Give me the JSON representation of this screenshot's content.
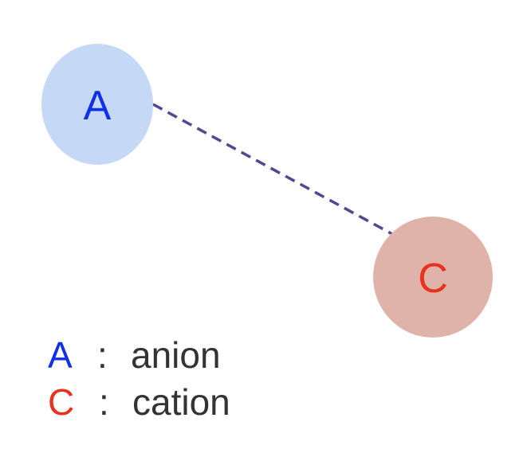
{
  "nodes": {
    "anion": {
      "label": "A",
      "fill": "#c5d8f5",
      "text_color": "#1030e8"
    },
    "cation": {
      "label": "C",
      "fill": "#dfb3a9",
      "text_color": "#e8321e"
    }
  },
  "bond": {
    "style": "dashed",
    "color": "#4d4a93"
  },
  "legend": {
    "items": [
      {
        "symbol": "A",
        "separator": ":",
        "text": "anion",
        "symbol_color": "#1030e8"
      },
      {
        "symbol": "C",
        "separator": ":",
        "text": "cation",
        "symbol_color": "#e8321e"
      }
    ],
    "text_color": "#333333"
  }
}
